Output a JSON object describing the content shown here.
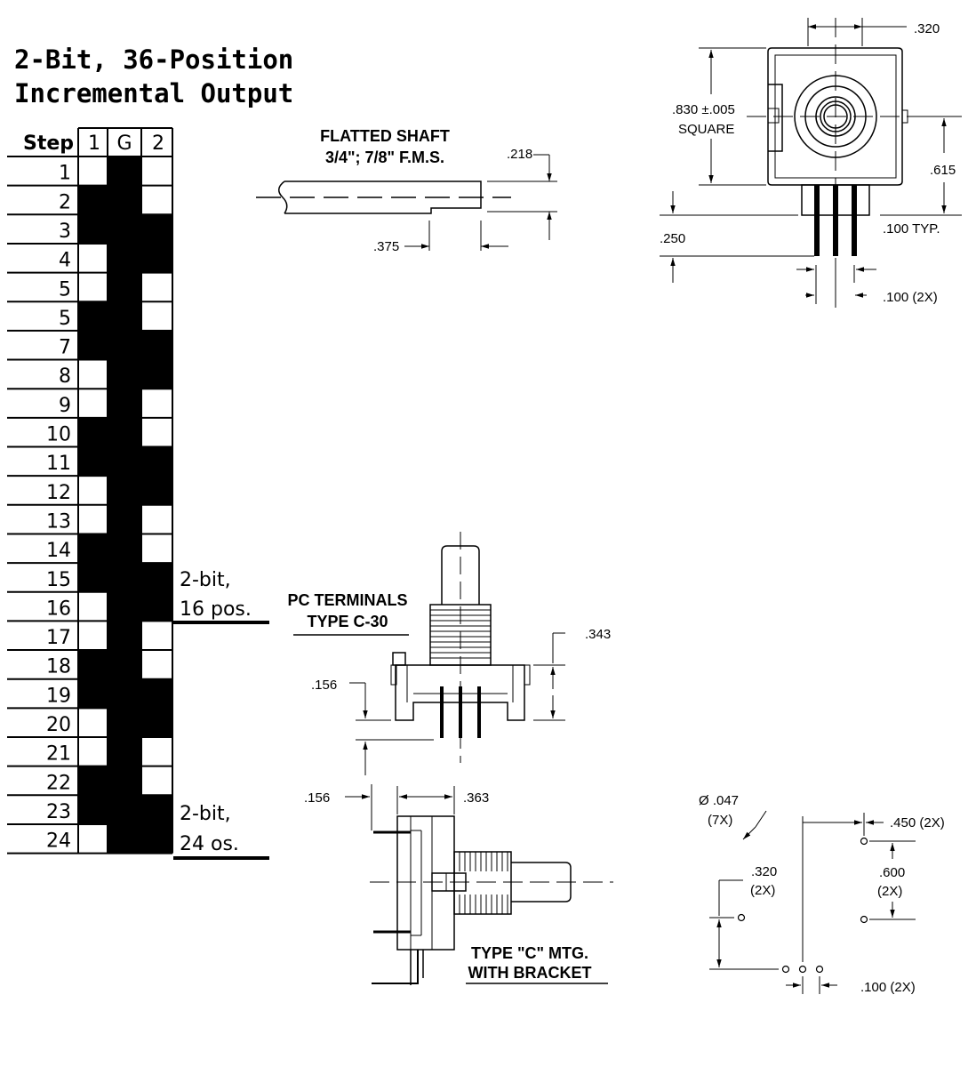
{
  "title": {
    "line1": "2-Bit, 36-Position",
    "line2": "Incremental  Output"
  },
  "table": {
    "headers": {
      "step": "Step",
      "c1": "1",
      "cg": "G",
      "c2": "2"
    },
    "rows": [
      {
        "step": "1",
        "c1": "white",
        "g": "black",
        "c2": "white"
      },
      {
        "step": "2",
        "c1": "black",
        "g": "black",
        "c2": "white"
      },
      {
        "step": "3",
        "c1": "black",
        "g": "black",
        "c2": "black"
      },
      {
        "step": "4",
        "c1": "white",
        "g": "black",
        "c2": "black"
      },
      {
        "step": "5",
        "c1": "white",
        "g": "black",
        "c2": "white"
      },
      {
        "step": "5",
        "c1": "black",
        "g": "black",
        "c2": "white"
      },
      {
        "step": "7",
        "c1": "black",
        "g": "black",
        "c2": "black"
      },
      {
        "step": "8",
        "c1": "white",
        "g": "black",
        "c2": "black"
      },
      {
        "step": "9",
        "c1": "white",
        "g": "black",
        "c2": "white"
      },
      {
        "step": "10",
        "c1": "black",
        "g": "black",
        "c2": "white"
      },
      {
        "step": "11",
        "c1": "black",
        "g": "black",
        "c2": "black"
      },
      {
        "step": "12",
        "c1": "white",
        "g": "black",
        "c2": "black"
      },
      {
        "step": "13",
        "c1": "white",
        "g": "black",
        "c2": "white"
      },
      {
        "step": "14",
        "c1": "black",
        "g": "black",
        "c2": "white"
      },
      {
        "step": "15",
        "c1": "black",
        "g": "black",
        "c2": "black"
      },
      {
        "step": "16",
        "c1": "white",
        "g": "black",
        "c2": "black"
      },
      {
        "step": "17",
        "c1": "white",
        "g": "black",
        "c2": "white"
      },
      {
        "step": "18",
        "c1": "black",
        "g": "black",
        "c2": "white"
      },
      {
        "step": "19",
        "c1": "black",
        "g": "black",
        "c2": "black"
      },
      {
        "step": "20",
        "c1": "white",
        "g": "black",
        "c2": "black"
      },
      {
        "step": "21",
        "c1": "white",
        "g": "black",
        "c2": "white"
      },
      {
        "step": "22",
        "c1": "black",
        "g": "black",
        "c2": "white"
      },
      {
        "step": "23",
        "c1": "black",
        "g": "black",
        "c2": "black"
      },
      {
        "step": "24",
        "c1": "white",
        "g": "black",
        "c2": "black"
      }
    ],
    "note16": {
      "line1": "2-bit,",
      "line2": "16 pos."
    },
    "note24": {
      "line1": "2-bit,",
      "line2": "24 os."
    }
  },
  "flatted_shaft": {
    "label_line1": "FLATTED SHAFT",
    "label_line2": "3/4\"; 7/8\" F.M.S.",
    "dim_218": ".218",
    "dim_375": ".375"
  },
  "top_view": {
    "dim_320": ".320",
    "dim_830": ".830 ±.005",
    "square": "SQUARE",
    "dim_615": ".615",
    "dim_250": ".250",
    "dim_100_typ": ".100 TYP.",
    "dim_100_2x": ".100 (2X)"
  },
  "pc_terminals": {
    "label_line1": "PC TERMINALS",
    "label_line2": "TYPE C-30",
    "dim_343": ".343",
    "dim_156": ".156"
  },
  "bracket": {
    "dim_156": ".156",
    "dim_363": ".363",
    "label_line1": "TYPE \"C\" MTG.",
    "label_line2": "WITH BRACKET"
  },
  "hole_pattern": {
    "dia": "Ø .047",
    "dia_qty": "(7X)",
    "dim_450": ".450 (2X)",
    "dim_600": ".600",
    "dim_600_qty": "(2X)",
    "dim_320": ".320",
    "dim_320_qty": "(2X)",
    "dim_100": ".100 (2X)"
  },
  "colors": {
    "ink": "#000000",
    "paper": "#ffffff"
  }
}
